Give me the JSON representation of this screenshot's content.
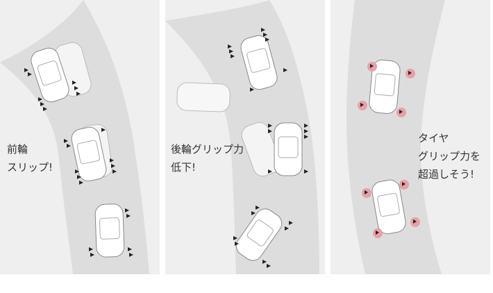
{
  "panels": [
    {
      "caption_line1": "前輪",
      "caption_line2": "スリップ!"
    },
    {
      "caption_line1": "後輪グリップ力",
      "caption_line2": "低下!"
    },
    {
      "caption_line1": "タイヤ",
      "caption_line2": "グリップ力を",
      "caption_line3": "超過しそう!"
    }
  ],
  "colors": {
    "panel": "#efefef",
    "road": "#dddddd",
    "warning": "#e8a0a8"
  }
}
